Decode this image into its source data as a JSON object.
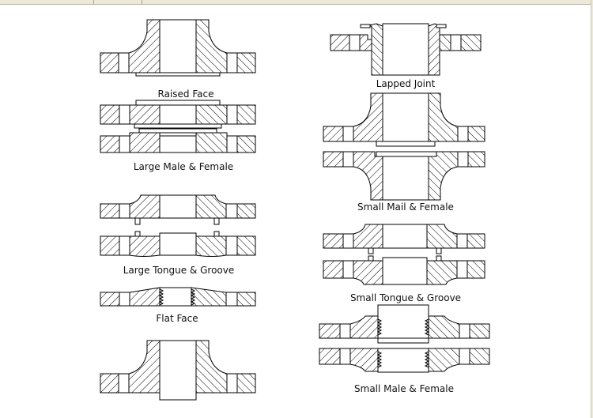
{
  "figures": [
    {
      "id": "raised-face",
      "caption": "Raised Face"
    },
    {
      "id": "large-male-female",
      "caption": "Large Male & Female"
    },
    {
      "id": "large-tongue-groove",
      "caption": "Large Tongue & Groove"
    },
    {
      "id": "flat-face",
      "caption": "Flat Face"
    },
    {
      "id": "lapped-joint",
      "caption": "Lapped Joint"
    },
    {
      "id": "small-male-female-top",
      "caption": "Small Mail & Female"
    },
    {
      "id": "small-tongue-groove",
      "caption": "Small Tongue & Groove"
    },
    {
      "id": "small-male-female",
      "caption": "Small Male & Female"
    }
  ],
  "colors": {
    "line": "#000000",
    "background": "#ffffff",
    "hatch": "#000000"
  }
}
